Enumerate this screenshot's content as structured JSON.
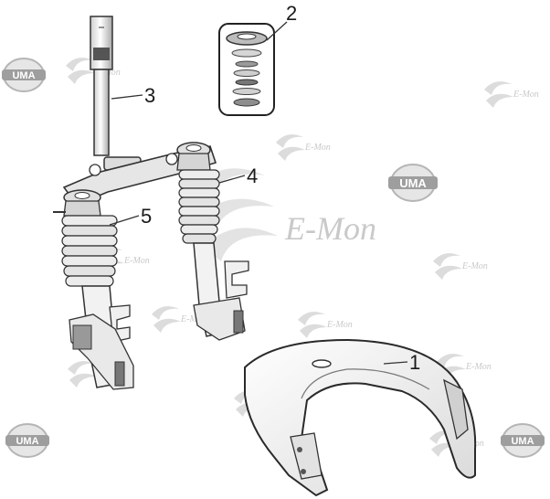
{
  "callouts": [
    "1",
    "2",
    "3",
    "4",
    "5"
  ],
  "watermark": {
    "large_text": "E-Mon",
    "small_text": "E-Mon",
    "logo_text": "UMA"
  },
  "colors": {
    "line": "#2a2a2a",
    "part_fill": "#f4f4f4",
    "shade": "#c8c8c8",
    "watermark": "#cfcfcf",
    "logo": "#9a9a9a"
  }
}
